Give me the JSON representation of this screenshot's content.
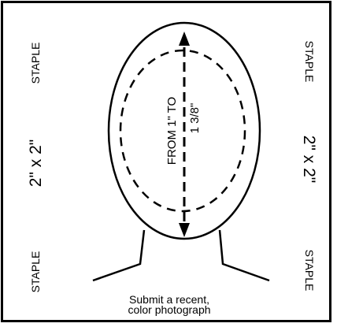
{
  "labels": {
    "staple_top_left": "STAPLE",
    "staple_bottom_left": "STAPLE",
    "staple_top_right": "STAPLE",
    "staple_bottom_right": "STAPLE",
    "size_left": "2\" x 2\"",
    "size_right": "2\" x 2\"",
    "measure_left": "FROM 1\" TO",
    "measure_right": "1 3/8\"",
    "caption_line1": "Submit a recent,",
    "caption_line2": "color photograph"
  },
  "colors": {
    "ink": "#000000",
    "background": "#ffffff"
  }
}
